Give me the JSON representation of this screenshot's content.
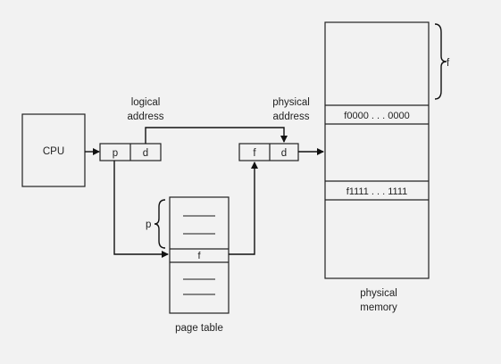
{
  "diagram": {
    "cpu_label": "CPU",
    "logical_address_line1": "logical",
    "logical_address_line2": "address",
    "physical_address_line1": "physical",
    "physical_address_line2": "address",
    "logical_p": "p",
    "logical_d": "d",
    "physical_f": "f",
    "physical_d": "d",
    "frame_start": "f0000 . . . 0000",
    "frame_end": "f1111 . . . 1111",
    "frame_brace_label": "f",
    "page_table_p_label": "p",
    "page_table_entry": "f",
    "page_table_label": "page table",
    "physical_memory_line1": "physical",
    "physical_memory_line2": "memory"
  }
}
